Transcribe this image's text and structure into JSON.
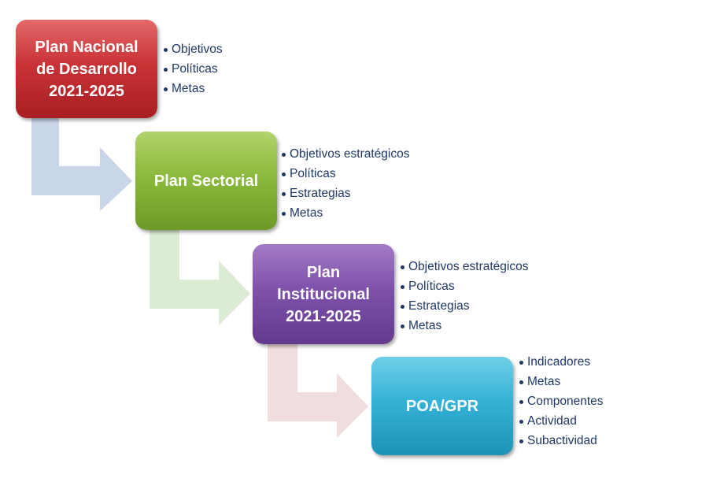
{
  "colors": {
    "box_red": "#c93336",
    "box_green": "#8bba3c",
    "box_purple": "#7e52ab",
    "box_cyan": "#35b2d6",
    "arrow_blue": "#c9d5e8",
    "arrow_green": "#dcebd3",
    "arrow_pink": "#f0dede",
    "bullet_text": "#1f3864"
  },
  "steps": [
    {
      "title_lines": [
        "Plan Nacional",
        "de Desarrollo",
        "2021-2025"
      ],
      "bullets": [
        "Objetivos",
        "Políticas",
        "Metas"
      ]
    },
    {
      "title_lines": [
        "Plan Sectorial"
      ],
      "bullets": [
        "Objetivos estratégicos",
        "Políticas",
        "Estrategias",
        "Metas"
      ]
    },
    {
      "title_lines": [
        "Plan",
        "Institucional",
        "2021-2025"
      ],
      "bullets": [
        "Objetivos estratégicos",
        "Políticas",
        "Estrategias",
        "Metas"
      ]
    },
    {
      "title_lines": [
        "POA/GPR"
      ],
      "bullets": [
        "Indicadores",
        "Metas",
        "Componentes",
        "Actividad",
        "Subactividad"
      ]
    }
  ]
}
